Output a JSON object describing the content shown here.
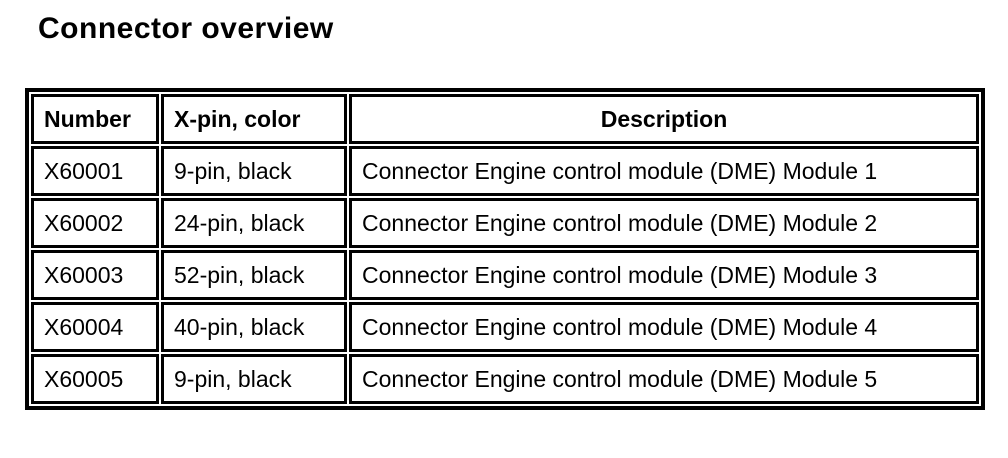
{
  "page": {
    "title": "Connector overview"
  },
  "colors": {
    "background": "#ffffff",
    "text": "#000000",
    "table_border": "#000000"
  },
  "table": {
    "headers": {
      "number": "Number",
      "pin_color": "X-pin, color",
      "description": "Description"
    },
    "rows": [
      {
        "number": "X60001",
        "pin_color": "9-pin, black",
        "description": "Connector Engine control module (DME) Module 1"
      },
      {
        "number": "X60002",
        "pin_color": "24-pin, black",
        "description": "Connector Engine control module (DME) Module 2"
      },
      {
        "number": "X60003",
        "pin_color": "52-pin, black",
        "description": "Connector Engine control module (DME) Module 3"
      },
      {
        "number": "X60004",
        "pin_color": "40-pin, black",
        "description": "Connector Engine control module (DME) Module 4"
      },
      {
        "number": "X60005",
        "pin_color": "9-pin, black",
        "description": "Connector Engine control module (DME) Module 5"
      }
    ]
  }
}
